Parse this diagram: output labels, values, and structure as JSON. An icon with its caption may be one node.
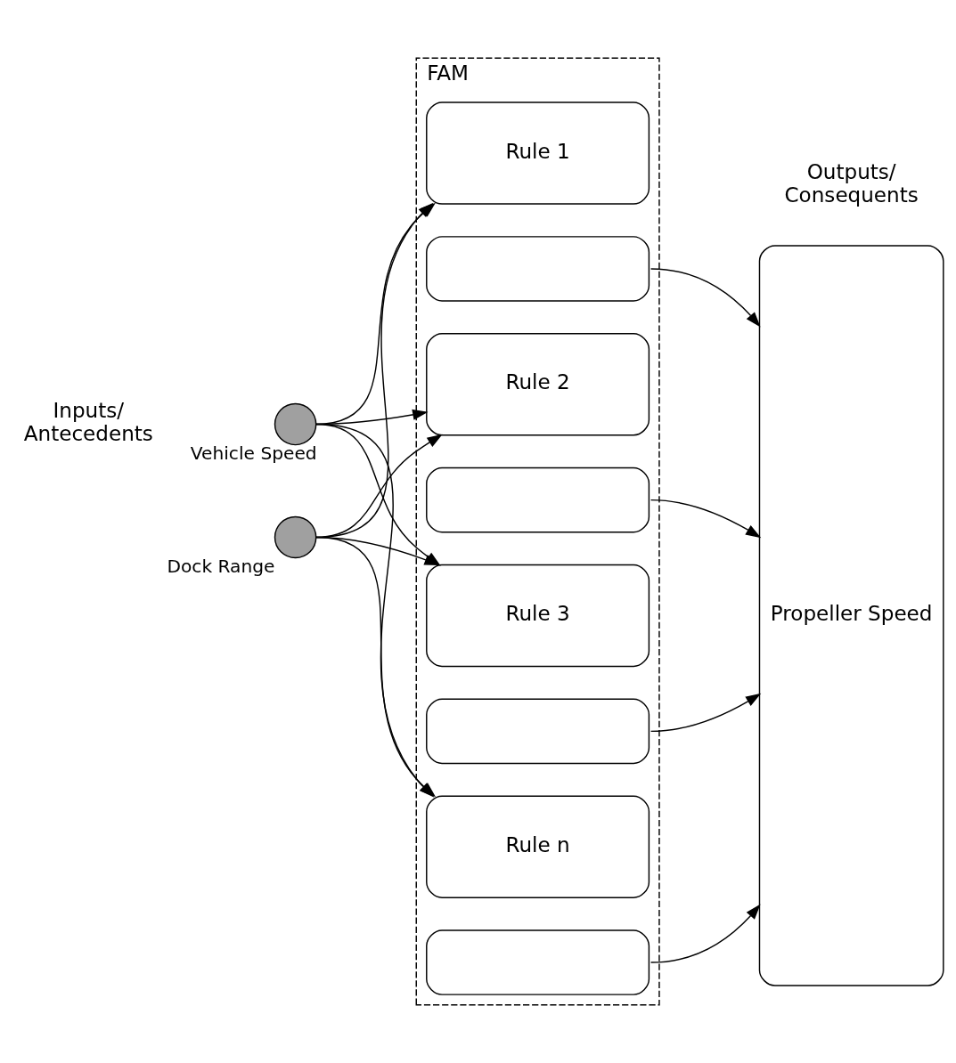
{
  "diagram": {
    "nodes": [
      {
        "text": [
          "FAM"
        ]
      },
      {
        "text": [
          "Rule 1"
        ],
        "in": 0
      },
      {
        "text": [],
        "shape": "box",
        "in": 0
      },
      {
        "text": [
          "Rule 2"
        ],
        "in": 0
      },
      {
        "text": [],
        "shape": "box",
        "in": 0
      },
      {
        "text": [
          "Rule 3"
        ],
        "in": 0
      },
      {
        "text": [],
        "shape": "box",
        "in": 0
      },
      {
        "text": [
          "Rule n"
        ],
        "in": 0
      },
      {
        "text": [],
        "shape": "box",
        "in": 0
      },
      {
        "text": [
          "Vehicle Speed"
        ]
      },
      {
        "text": [
          "Dock Range"
        ]
      },
      {
        "text": [
          "Propeller Speed"
        ]
      }
    ],
    "edges": [
      {
        "from": 9,
        "to": 1,
        "arrow": "to"
      },
      {
        "from": 10,
        "to": 1,
        "arrow": "to"
      },
      {
        "from": 9,
        "to": 3,
        "arrow": "to"
      },
      {
        "from": 10,
        "to": 3,
        "arrow": "to"
      },
      {
        "from": 9,
        "to": 5,
        "arrow": "to"
      },
      {
        "from": 10,
        "to": 5,
        "arrow": "to"
      },
      {
        "from": 9,
        "to": 7,
        "arrow": "to"
      },
      {
        "from": 10,
        "to": 7,
        "arrow": "to"
      },
      {
        "from": 2,
        "to": 11,
        "arrow": "to"
      },
      {
        "from": 4,
        "to": 11,
        "arrow": "to"
      },
      {
        "from": 6,
        "to": 11,
        "arrow": "to"
      },
      {
        "from": 8,
        "to": 11,
        "arrow": "to"
      }
    ],
    "labels": [
      "Inputs/ Antecedents",
      "Outputs/ Consequents"
    ]
  }
}
